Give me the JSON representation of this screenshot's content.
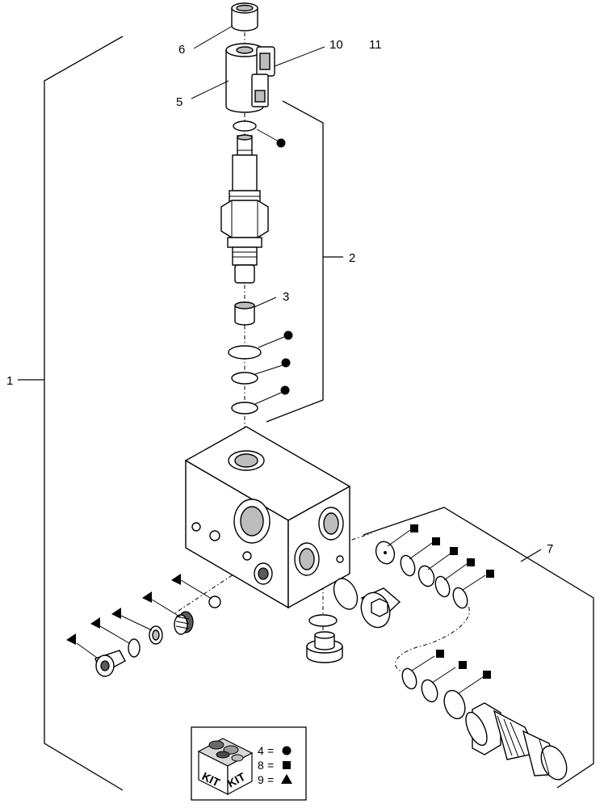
{
  "callouts": {
    "c1": "1",
    "c2": "2",
    "c3": "3",
    "c5": "5",
    "c6": "6",
    "c7": "7",
    "c10": "10",
    "c11": "11"
  },
  "kit": {
    "badge_left": "KIT",
    "badge_right": "KIT",
    "legend": [
      {
        "number": "4",
        "symbol": "circle"
      },
      {
        "number": "8",
        "symbol": "square"
      },
      {
        "number": "9",
        "symbol": "triangle"
      }
    ]
  }
}
